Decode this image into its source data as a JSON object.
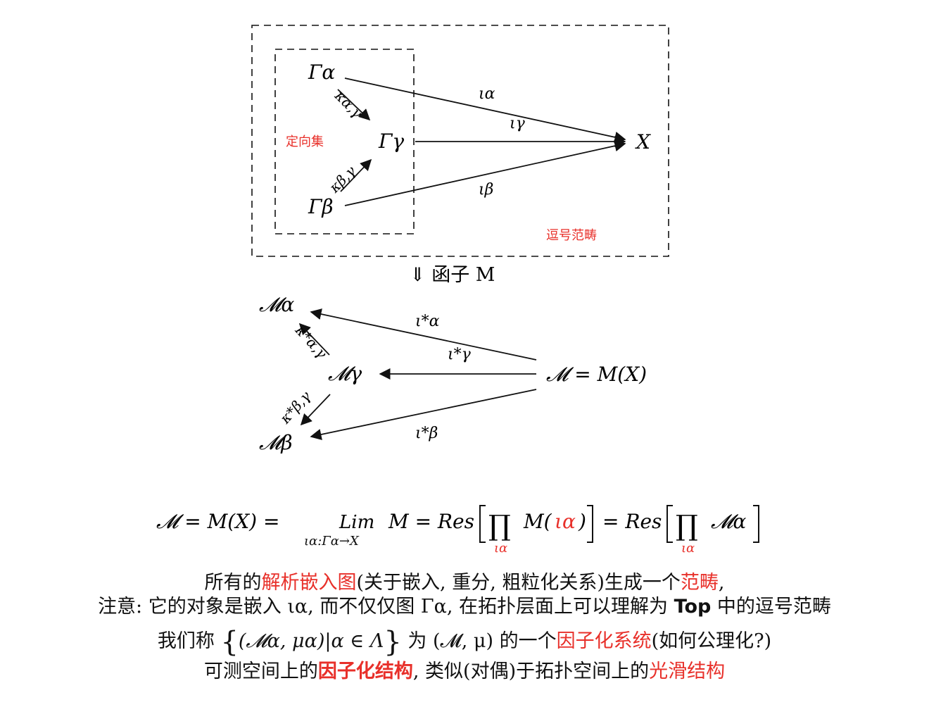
{
  "colors": {
    "accent": "#e8302a",
    "ink": "#111111"
  },
  "top": {
    "gamma_alpha": "Γα",
    "gamma_gamma": "Γγ",
    "gamma_beta": "Γβ",
    "x": "X",
    "iota_alpha": "ια",
    "iota_gamma": "ιγ",
    "iota_beta": "ιβ",
    "kappa_ag": "κα,γ",
    "kappa_bg": "κβ,γ",
    "directed_set": "定向集",
    "comma_category": "逗号范畴"
  },
  "functor_label": "⇓ 函子 M",
  "bottom": {
    "m_alpha": "𝓜α",
    "m_gamma": "𝓜γ",
    "m_beta": "𝓜β",
    "mx": "𝓜 = M(X)",
    "iota_alpha_star": "ι*α",
    "iota_gamma_star": "ι*γ",
    "iota_beta_star": "ι*β",
    "kappa_ag_star": "κ*α,γ",
    "kappa_bg_star": "κ*β,γ"
  },
  "formula": {
    "lhs": "𝓜 = M(X) =",
    "lim": "Lim",
    "lim_sub": "ια:Γα→X",
    "mid": "M = Res",
    "prod_sub": "ια",
    "res2": "= Res",
    "m_of": "M(",
    "iota_red": "ια",
    "close": ")",
    "m_alpha": "𝓜α"
  },
  "lines": {
    "l1_a": "所有的",
    "l1_b": "解析嵌入图",
    "l1_c": "(关于嵌入, 重分, 粗粒化关系)生成一个",
    "l1_d": "范畴",
    "l1_e": ",",
    "l2_a": "注意: 它的对象是嵌入 ια, 而不仅仅图 Γα, 在拓扑层面上可以理解为 ",
    "l2_b": "Top",
    "l2_c": " 中的逗号范畴",
    "l3_a": "我们称 ",
    "l3_set": "(𝓜α, μα)|α ∈ Λ",
    "l3_b": " 为 (𝓜, μ) 的一个",
    "l3_c": "因子化系统",
    "l3_d": "(如何公理化?)",
    "l4_a": "可测空间上的",
    "l4_b": "因子化结构",
    "l4_c": ", 类似(对偶)于拓扑空间上的",
    "l4_d": "光滑结构"
  }
}
